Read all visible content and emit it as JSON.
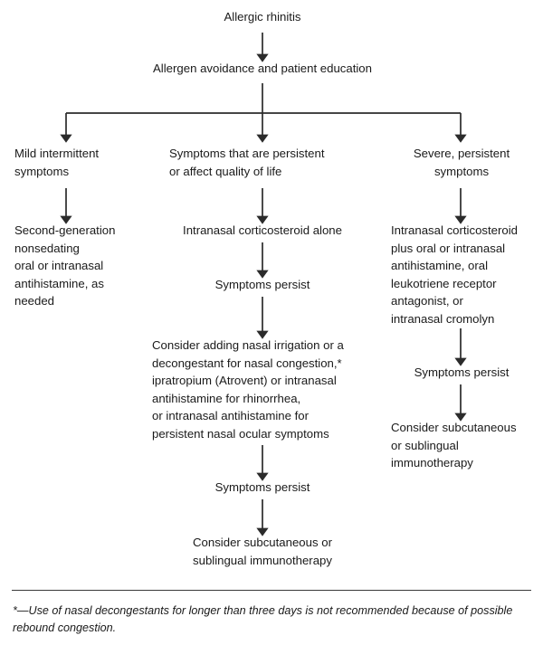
{
  "diagram": {
    "type": "flowchart",
    "orientation": "top-down",
    "title_node": "Allergic rhinitis",
    "stroke_color": "#2b2b2b",
    "text_color": "#1a1a1a",
    "background": "#ffffff",
    "nodes": {
      "root": "Allergic rhinitis",
      "education": "Allergen avoidance and patient education",
      "branch_mild_heading": "Mild intermittent\nsymptoms",
      "branch_mild_treatment": "Second-generation\nnonsedating\noral or intranasal\nantihistamine, as\nneeded",
      "branch_persistent_heading": "Symptoms that are persistent\nor affect quality of life",
      "branch_persistent_step1": "Intranasal corticosteroid alone",
      "branch_persistent_persist1": "Symptoms persist",
      "branch_persistent_step2": "Consider adding nasal irrigation or a\ndecongestant for nasal congestion,*\nipratropium (Atrovent) or intranasal\nantihistamine for rhinorrhea,\nor intranasal antihistamine for\npersistent nasal ocular symptoms",
      "branch_persistent_persist2": "Symptoms persist",
      "branch_persistent_step3": "Consider subcutaneous or\nsublingual immunotherapy",
      "branch_severe_heading": "Severe, persistent\nsymptoms",
      "branch_severe_step1": "Intranasal corticosteroid\nplus oral or intranasal\nantihistamine, oral\nleukotriene receptor\nantagonist, or\nintranasal cromolyn",
      "branch_severe_persist": "Symptoms persist",
      "branch_severe_step2": "Consider subcutaneous\nor sublingual\nimmunotherapy"
    },
    "footnote": "*—Use of nasal decongestants for longer than three days is not recommended because of possible rebound congestion."
  }
}
